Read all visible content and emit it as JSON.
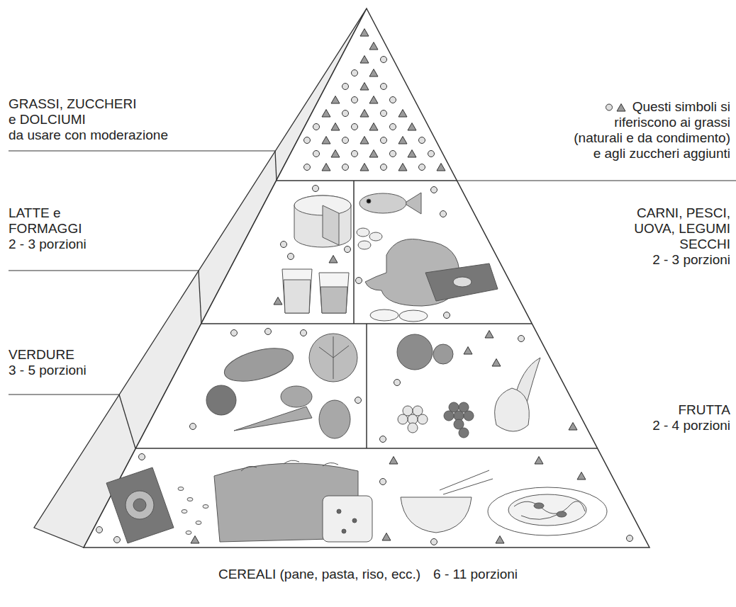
{
  "diagram": {
    "labels": [
      "GRASSI, ZUCCHERI e DOLCIUMI",
      "da usare con moderazione",
      "LATTE e FORMAGGI",
      "2 - 3 porzioni",
      "CARNI, PESCI, UOVA, LEGUMI SECCHI",
      "2 - 3 porzioni",
      "VERDURE",
      "3 - 5 porzioni",
      "FRUTTA",
      "2 - 4 porzioni",
      "CEREALI (pane, pasta, riso, ecc.)",
      "6 - 11 porzioni"
    ],
    "legend": [
      {
        "text": "Questi simboli si riferiscono ai grassi (naturali e da condimento) e agli zuccheri aggiunti"
      }
    ]
  }
}
